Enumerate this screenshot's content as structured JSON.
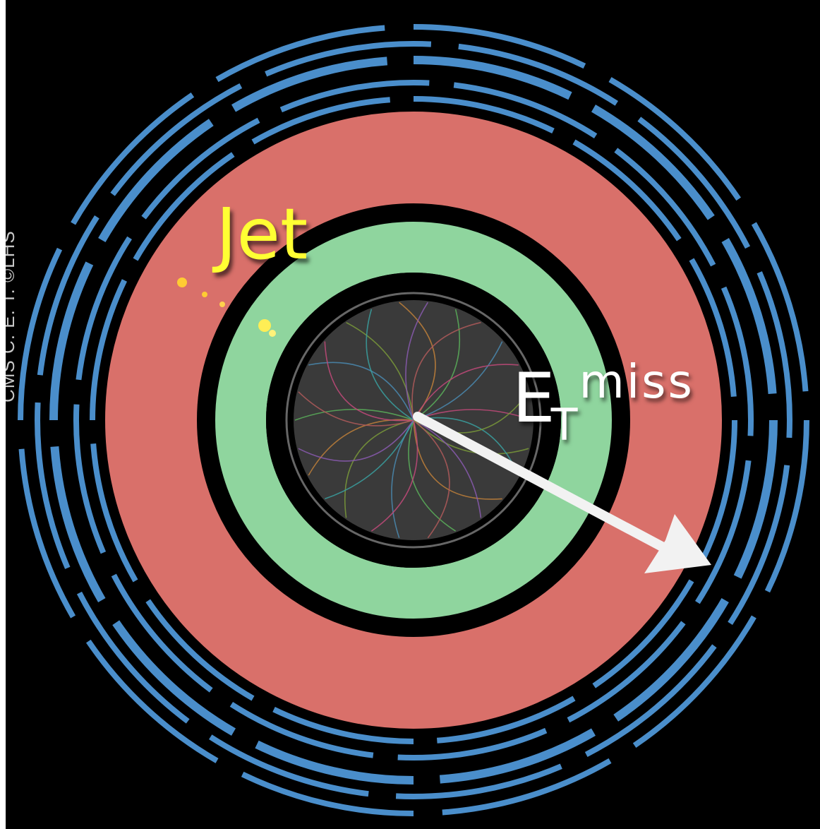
{
  "side_text": "CMS C. E. T. ©LHS",
  "labels": {
    "jet": "Jet",
    "met_main": "E",
    "met_subscript": "T",
    "met_superscript": "miss"
  },
  "colors": {
    "background": "#000000",
    "muon_rings": "#4a8ecb",
    "hcal": "#d9706a",
    "ecal": "#8fd59e",
    "tracker": "#3a3a3a",
    "jet_label": "#ffff33",
    "met_label": "#ffffff",
    "arrow": "#f2f2f2"
  }
}
